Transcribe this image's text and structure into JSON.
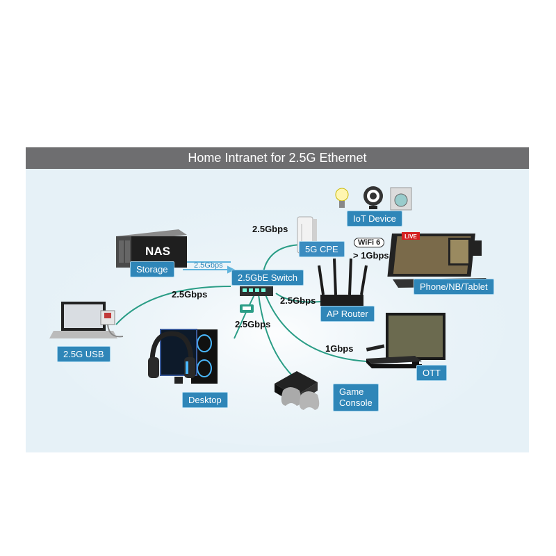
{
  "title": "Home Intranet for 2.5G Ethernet",
  "labels": {
    "nas": "NAS",
    "storage": "Storage",
    "switch": "2.5GbE Switch",
    "cpe": "5G CPE",
    "iot": "IoT Device",
    "wifi6": "WiFi 6",
    "live": "LIVE",
    "phone": "Phone/NB/Tablet",
    "router": "AP Router",
    "usb": "2.5G USB",
    "desktop": "Desktop",
    "ott": "OTT",
    "game_line1": "Game",
    "game_line2": "Console"
  },
  "speeds": {
    "cpe_link": "2.5Gbps",
    "storage_link": "2.5Gbps",
    "usb_link": "2.5Gbps",
    "router_link": "2.5Gbps",
    "desktop_link": "2.5Gbps",
    "wifi": "> 1Gbps",
    "ott_link": "1Gbps"
  },
  "colors": {
    "header_bg": "#6e6e70",
    "background": "#e6f1f7",
    "tag_bg": "#2f86b8",
    "link_line": "#2a9d86"
  }
}
